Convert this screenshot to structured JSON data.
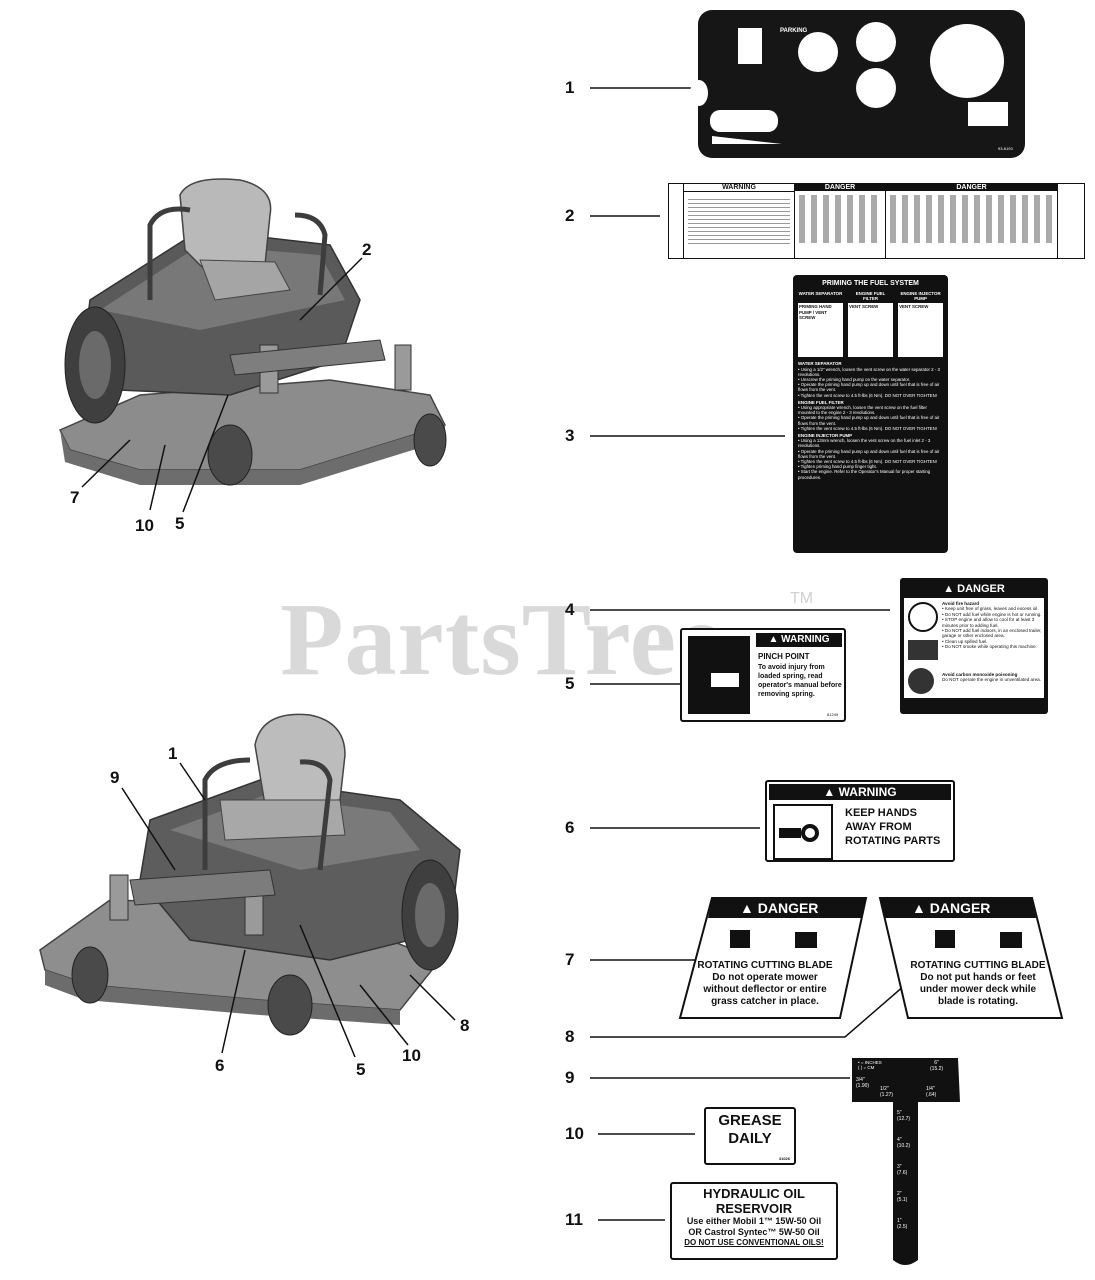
{
  "watermark": {
    "text": "PartsTree",
    "tm": "TM"
  },
  "callouts": {
    "right": [
      "1",
      "2",
      "3",
      "4",
      "5",
      "6",
      "7",
      "8",
      "9",
      "10",
      "11"
    ],
    "top_mower": [
      "2",
      "7",
      "10",
      "5"
    ],
    "bottom_mower": [
      "1",
      "9",
      "6",
      "5",
      "10",
      "8"
    ]
  },
  "decal1": {
    "label": "PARKING",
    "code": "93-6193"
  },
  "decal2": {
    "warning": "WARNING",
    "danger_a": "DANGER",
    "danger_b": "DANGER"
  },
  "decal3": {
    "title": "PRIMING THE FUEL SYSTEM",
    "col1": "WATER SEPARATOR",
    "col2": "ENGINE FUEL FILTER",
    "col3": "ENGINE INJECTOR PUMP",
    "lbl1": "PRIMING HAND PUMP / VENT SCREW",
    "lbl2": "VENT SCREW",
    "lbl3": "VENT SCREW",
    "s1_title": "WATER SEPARATOR",
    "s1_lines": [
      "• Using a 1/2\" wrench, loosen the vent screw on the water separator 2 - 3 revolutions.",
      "• Unscrew the priming hand pump on the water separator.",
      "• Operate the priming hand pump up and down until fuel that is free of air flows from the vent.",
      "• Tighten the vent screw to 4.5 ft-lbs (6 Nm). DO NOT OVER TIGHTEN!"
    ],
    "s2_title": "ENGINE FUEL FILTER",
    "s2_lines": [
      "• Using appropriate wrench, loosen the vent screw on the fuel filter mounted to the engine 2 - 3 revolutions.",
      "• Operate the priming hand pump up and down until fuel that is free of air flows from the vent.",
      "• Tighten the vent screw to 4.5 ft-lbs (6 Nm). DO NOT OVER TIGHTEN!"
    ],
    "s3_title": "ENGINE INJECTOR PUMP",
    "s3_lines": [
      "• Using a 13mm wrench, loosen the vent screw on the fuel inlet 2 - 3 revolutions.",
      "• Operate the priming hand pump up and down until fuel that is free of air flows from the vent.",
      "• Tighten the vent screw to 4.5 ft-lbs (6 Nm). DO NOT OVER TIGHTEN!",
      "• Tighten priming hand pump finger tight.",
      "• Start the engine. Refer to the Operator's Manual for proper starting procedures."
    ]
  },
  "decal4": {
    "header": "DANGER",
    "fire_title": "Avoid fire hazard",
    "fire_lines": [
      "• Keep unit free of grass, leaves and excess oil.",
      "• Do NOT add fuel while engine is hot or running.",
      "• STOP engine and allow to cool for at least 3 minutes prior to adding fuel.",
      "• Do NOT add fuel indoors, in an enclosed trailer, garage or other enclosed area.",
      "• Clean up spilled fuel.",
      "• Do NOT smoke while operating this machine."
    ],
    "co_title": "Avoid carbon monoxide poisoning",
    "co_line": "Do NOT operate the engine in unventilated area."
  },
  "decal5": {
    "header": "WARNING",
    "title": "PINCH POINT",
    "body": "To avoid injury from loaded spring, read operator's manual before removing spring.",
    "code": "81249"
  },
  "decal6": {
    "header": "WARNING",
    "line1": "KEEP HANDS",
    "line2": "AWAY FROM",
    "line3": "ROTATING PARTS"
  },
  "decal7": {
    "header": "DANGER",
    "title": "ROTATING CUTTING BLADE",
    "line1": "Do not operate mower",
    "line2": "without deflector or entire",
    "line3": "grass catcher in place."
  },
  "decal8": {
    "header": "DANGER",
    "title": "ROTATING CUTTING BLADE",
    "line1": "Do not put hands or feet",
    "line2": "under mower deck while",
    "line3": "blade is rotating."
  },
  "decal9": {
    "unit_in": "• = INCHES",
    "unit_cm": "( ) = CM",
    "marks": [
      "6\"",
      "(15.2)",
      "3/4\"",
      "(1.90)",
      "1/2\"",
      "(1.27)",
      "1/4\"",
      "(.64)",
      "5\"",
      "(12.7)",
      "4\"",
      "(10.2)",
      "3\"",
      "(7.6)",
      "2\"",
      "(5.1)",
      "1\"",
      "(2.5)"
    ]
  },
  "decal10": {
    "line1": "GREASE",
    "line2": "DAILY",
    "code": "31026"
  },
  "decal11": {
    "line1": "HYDRAULIC OIL",
    "line2": "RESERVOIR",
    "line3": "Use either Mobil 1™ 15W-50 Oil",
    "line4": "OR Castrol Syntec™ 5W-50 Oil",
    "line5": "DO NOT USE CONVENTIONAL OILS!"
  }
}
